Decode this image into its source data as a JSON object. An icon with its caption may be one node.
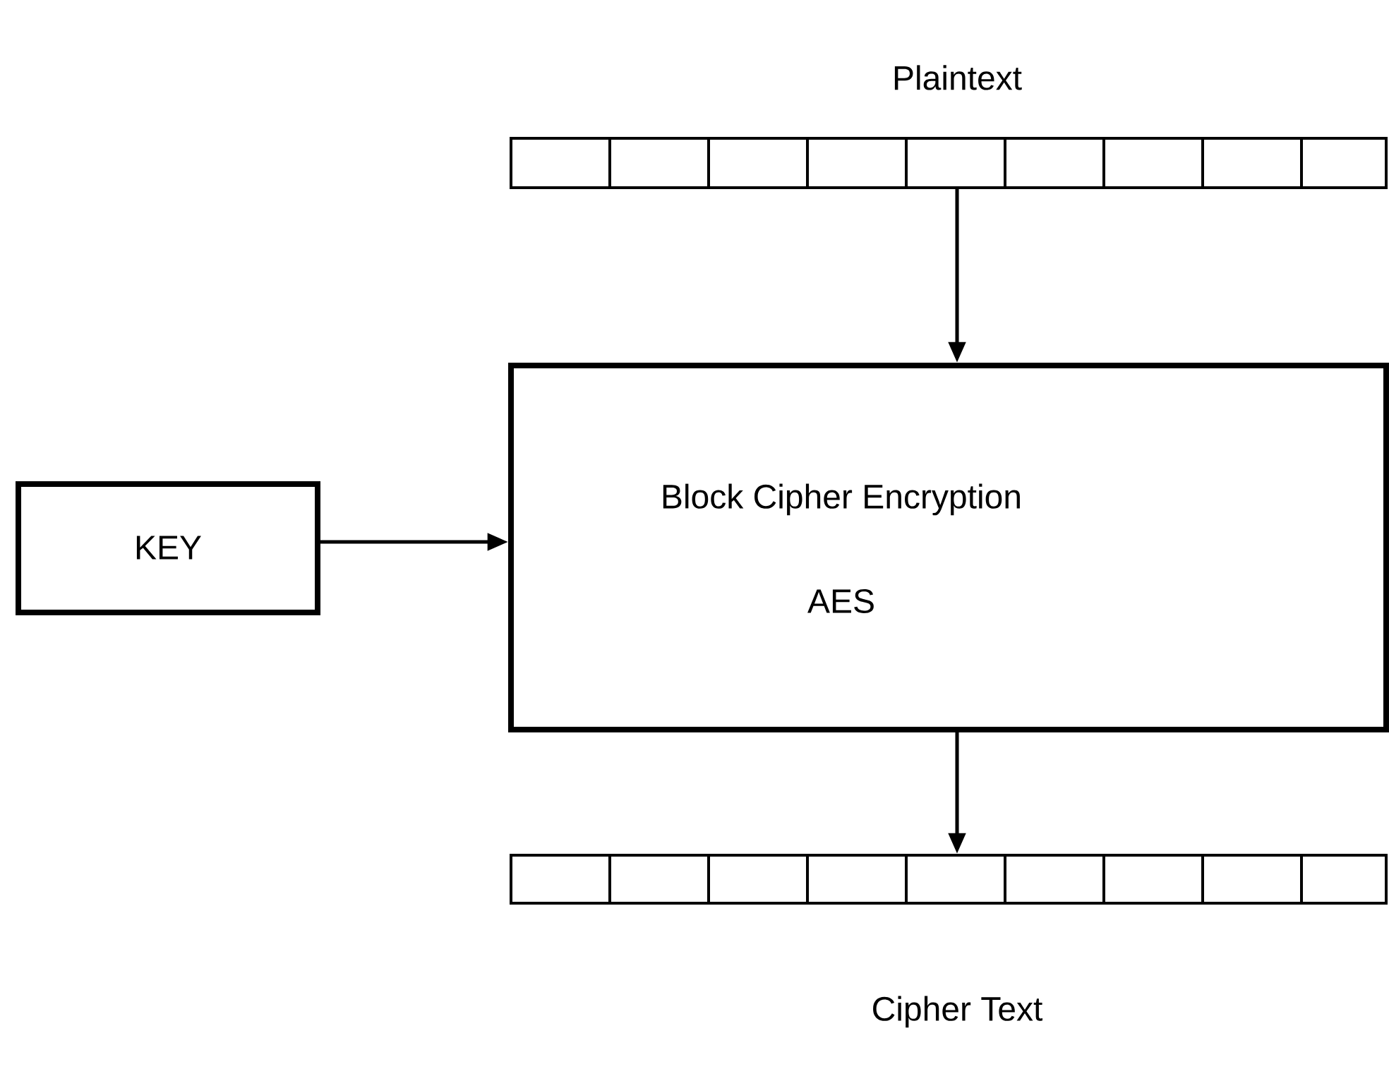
{
  "diagram": {
    "nodes": [
      {
        "text": [],
        "shape": "bar",
        "beside": [
          "Plaintext"
        ]
      },
      {
        "text": [
          "KEY"
        ]
      },
      {
        "text": [
          "Block Cipher Encryption",
          "AES"
        ]
      },
      {
        "text": [],
        "shape": "bar",
        "beside": [
          "Cipher Text"
        ]
      }
    ],
    "edges": [
      {
        "from": 0,
        "to": 2,
        "arrow": "to"
      },
      {
        "from": 1,
        "to": 2,
        "arrow": "to"
      },
      {
        "from": 2,
        "to": 3,
        "arrow": "to"
      }
    ]
  }
}
